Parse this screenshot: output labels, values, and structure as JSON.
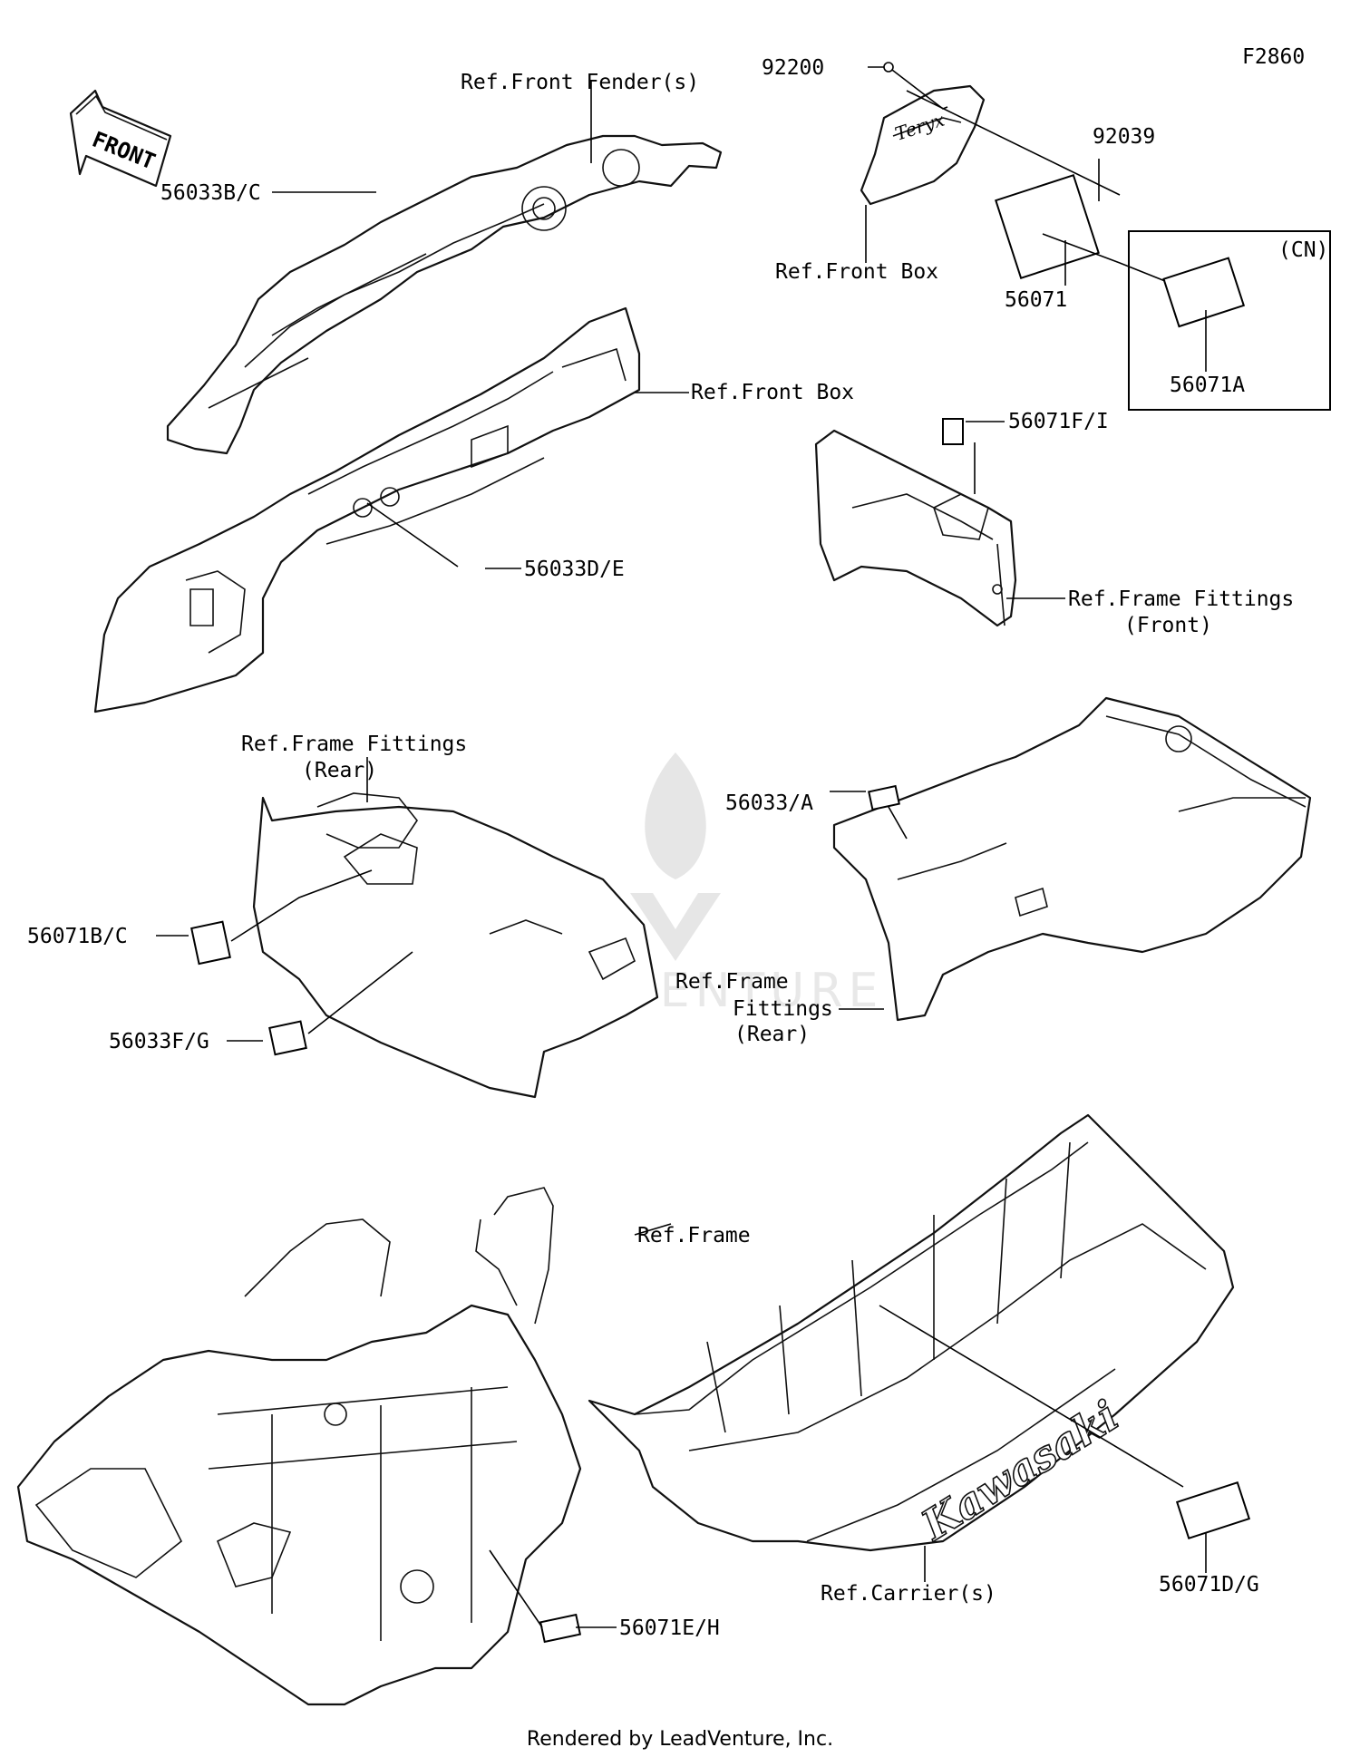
{
  "figure_code": "F2860",
  "front_arrow_text": "FRONT",
  "watermark_text": "LEADVENTURE",
  "callouts": {
    "p92200": "92200",
    "p92039": "92039",
    "p56071": "56071",
    "p56071A": "56071A",
    "cn": "(CN)",
    "ref_front_box_top": "Ref.Front Box",
    "ref_front_fender": "Ref.Front Fender(s)",
    "p56033BC": "56033B/C",
    "ref_front_box_mid": "Ref.Front Box",
    "p56033DE": "56033D/E",
    "p56071FI": "56071F/I",
    "ref_ff_front_1": "Ref.Frame Fittings",
    "ref_ff_front_2": "(Front)",
    "ref_ff_rear_left_1": "Ref.Frame Fittings",
    "ref_ff_rear_left_2": "(Rear)",
    "p56071BC": "56071B/C",
    "p56033FG": "56033F/G",
    "p56033A": "56033/A",
    "ref_ff_rear_right_1": "Ref.Frame",
    "ref_ff_rear_right_2": "Fittings",
    "ref_ff_rear_right_3": "(Rear)",
    "ref_frame": "Ref.Frame",
    "p56071EH": "56071E/H",
    "ref_carrier": "Ref.Carrier(s)",
    "p56071DG": "56071D/G"
  },
  "carrier_brand": "Kawasaki",
  "footer": "Rendered by LeadVenture, Inc."
}
